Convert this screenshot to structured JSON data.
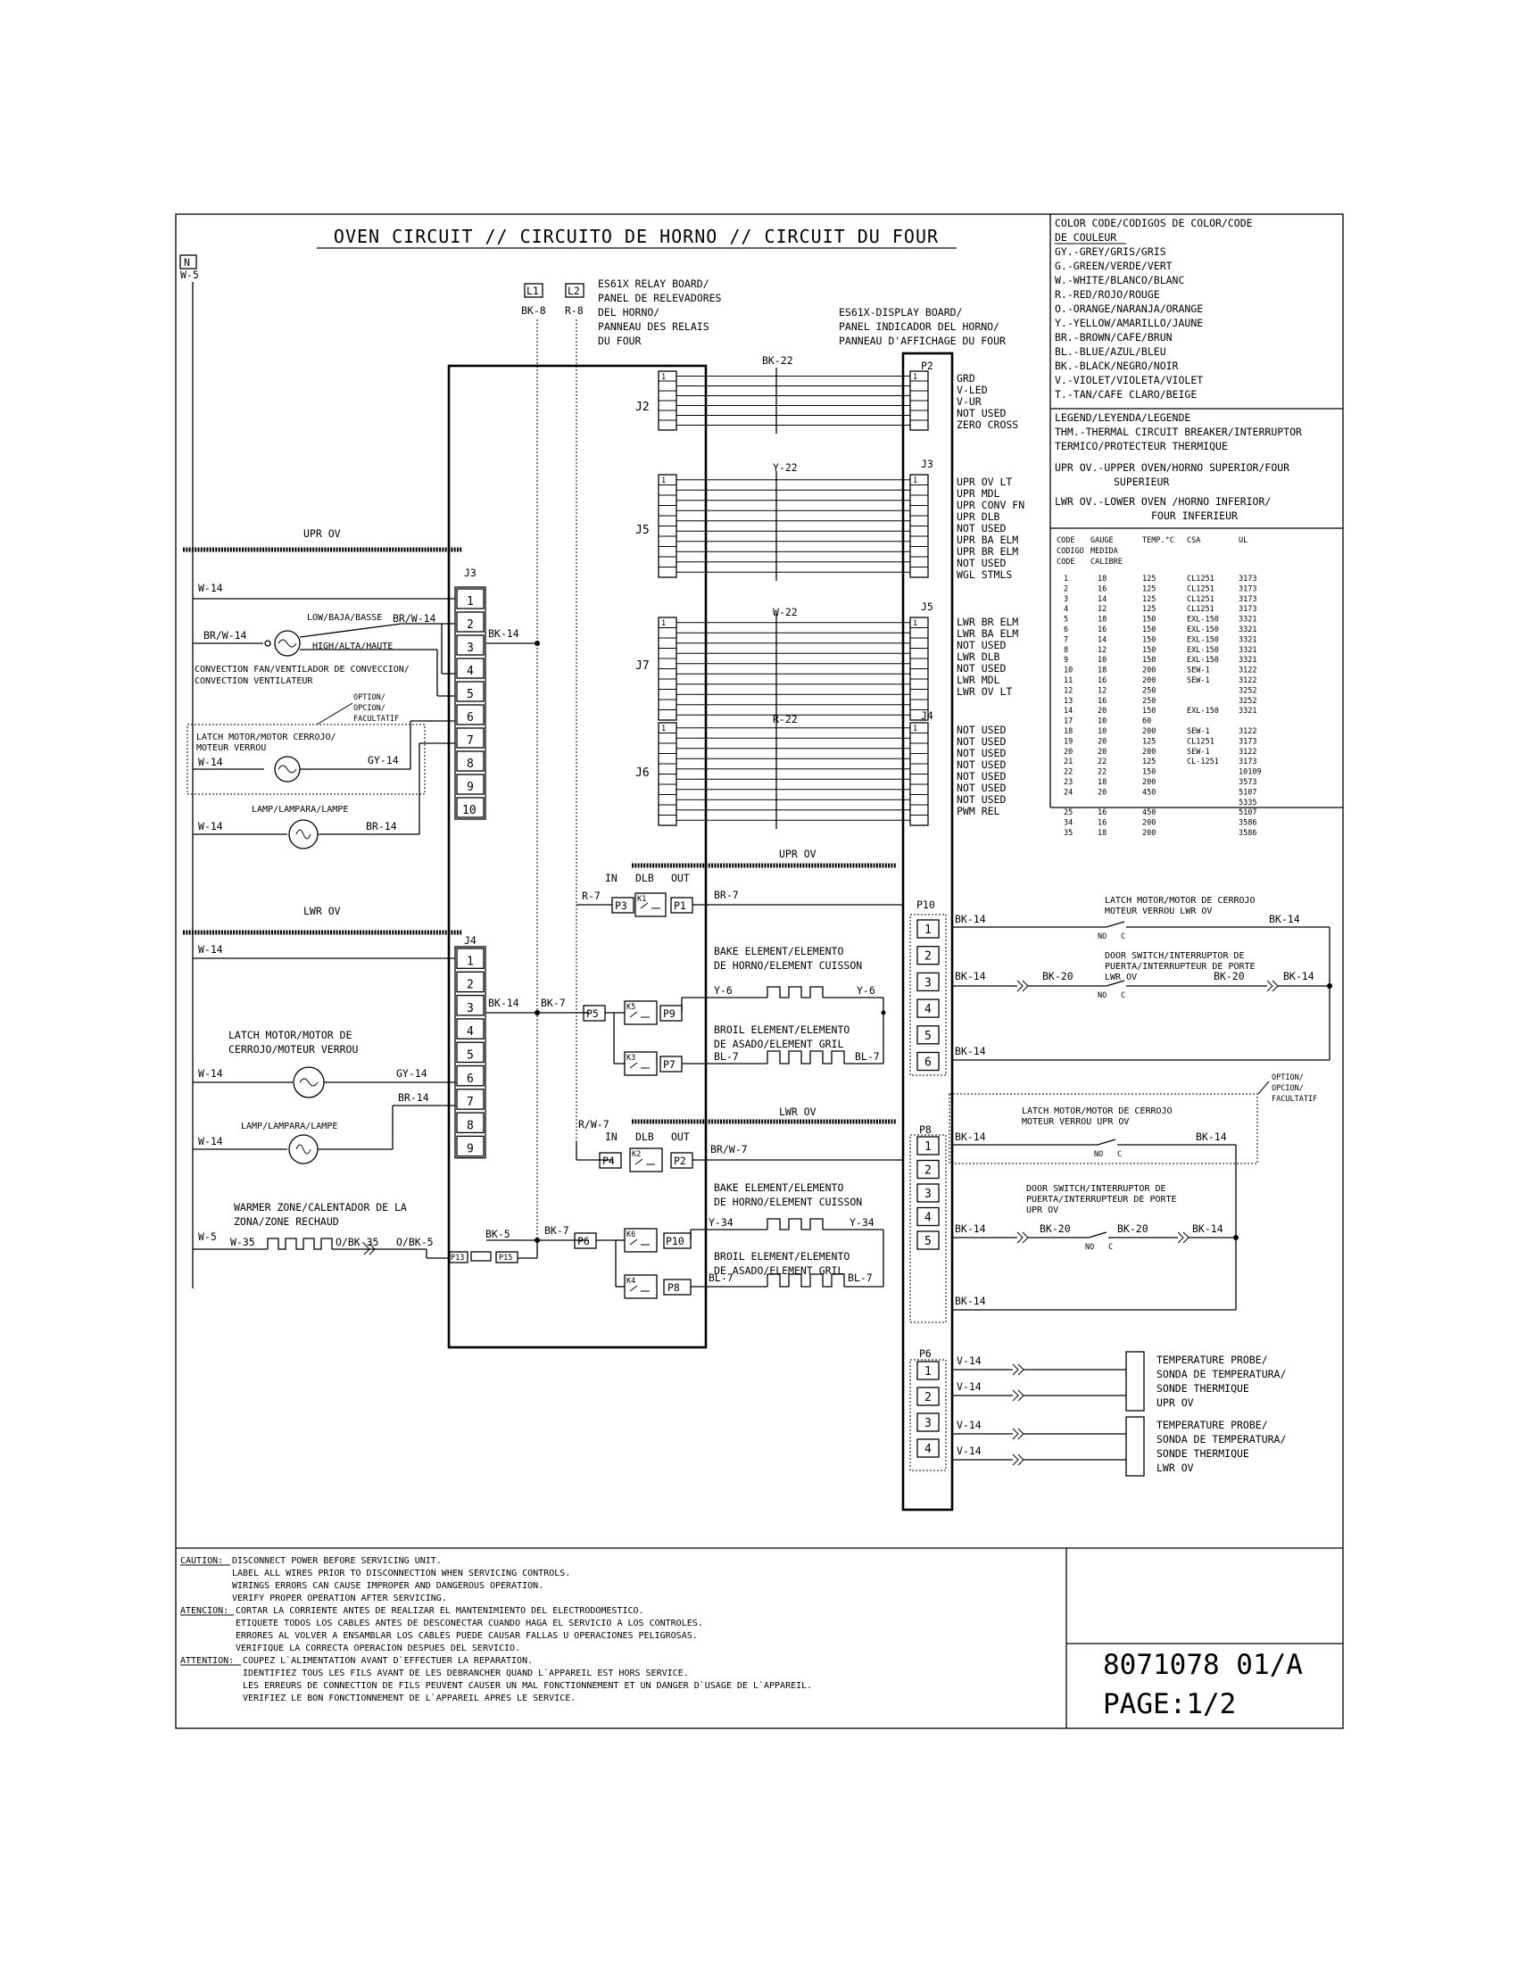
{
  "title": "OVEN CIRCUIT // CIRCUITO DE HORNO // CIRCUIT DU FOUR",
  "neutral": {
    "label": "N",
    "wire": "W-5"
  },
  "lines": [
    {
      "label": "L1",
      "wire": "BK-8"
    },
    {
      "label": "L2",
      "wire": "R-8"
    }
  ],
  "relay_board": [
    "ES61X RELAY BOARD/",
    "PANEL DE RELEVADORES",
    "DEL HORNO/",
    "PANNEAU DES RELAIS",
    "DU FOUR"
  ],
  "display_board": [
    "ES61X-DISPLAY BOARD/",
    "PANEL INDICADOR DEL HORNO/",
    "PANNEAU D'AFFICHAGE DU FOUR"
  ],
  "color_code": {
    "title1": "COLOR CODE/CODIGOS DE COLOR/CODE",
    "title2": "DE COULEUR",
    "items": [
      "GY.-GREY/GRIS/GRIS",
      "G.-GREEN/VERDE/VERT",
      "W.-WHITE/BLANCO/BLANC",
      "R.-RED/ROJO/ROUGE",
      "O.-ORANGE/NARANJA/ORANGE",
      "Y.-YELLOW/AMARILLO/JAUNE",
      "BR.-BROWN/CAFE/BRUN",
      "BL.-BLUE/AZUL/BLEU",
      "BK.-BLACK/NEGRO/NOIR",
      "V.-VIOLET/VIOLETA/VIOLET",
      "T.-TAN/CAFE CLARO/BEIGE"
    ]
  },
  "legend": {
    "title": "LEGEND/LEYENDA/LEGENDE",
    "lines": [
      "THM.-THERMAL CIRCUIT BREAKER/INTERRUPTOR",
      "TERMICO/PROTECTEUR THERMIQUE",
      "UPR OV.-UPPER OVEN/HORNO SUPERIOR/FOUR",
      "SUPERIEUR",
      "LWR OV.-LOWER OVEN /HORNO INFERIOR/",
      "FOUR INFERIEUR"
    ]
  },
  "gauge_table": {
    "headers": [
      "CODE",
      "GAUGE",
      "TEMP.°C",
      "CSA",
      "UL"
    ],
    "headers2": [
      "CODIGO",
      "MEDIDA",
      "",
      "",
      ""
    ],
    "headers3": [
      "CODE",
      "CALIBRE",
      "",
      "",
      ""
    ],
    "rows": [
      [
        "1",
        "18",
        "125",
        "CL1251",
        "3173"
      ],
      [
        "2",
        "16",
        "125",
        "CL1251",
        "3173"
      ],
      [
        "3",
        "14",
        "125",
        "CL1251",
        "3173"
      ],
      [
        "4",
        "12",
        "125",
        "CL1251",
        "3173"
      ],
      [
        "5",
        "18",
        "150",
        "EXL-150",
        "3321"
      ],
      [
        "6",
        "16",
        "150",
        "EXL-150",
        "3321"
      ],
      [
        "7",
        "14",
        "150",
        "EXL-150",
        "3321"
      ],
      [
        "8",
        "12",
        "150",
        "EXL-150",
        "3321"
      ],
      [
        "9",
        "10",
        "150",
        "EXL-150",
        "3321"
      ],
      [
        "10",
        "18",
        "200",
        "SEW-1",
        "3122"
      ],
      [
        "11",
        "16",
        "200",
        "SEW-1",
        "3122"
      ],
      [
        "12",
        "12",
        "250",
        "",
        "3252"
      ],
      [
        "13",
        "16",
        "250",
        "",
        "3252"
      ],
      [
        "14",
        "20",
        "150",
        "EXL-150",
        "3321"
      ],
      [
        "17",
        "10",
        "60",
        "",
        ""
      ],
      [
        "18",
        "10",
        "200",
        "SEW-1",
        "3122"
      ],
      [
        "19",
        "20",
        "125",
        "CL1251",
        "3173"
      ],
      [
        "20",
        "20",
        "200",
        "SEW-1",
        "3122"
      ],
      [
        "21",
        "22",
        "125",
        "CL-1251",
        "3173"
      ],
      [
        "22",
        "22",
        "150",
        "",
        "10109"
      ],
      [
        "23",
        "18",
        "200",
        "",
        "3573"
      ],
      [
        "24",
        "20",
        "450",
        "",
        "5107"
      ],
      [
        "",
        "",
        "",
        "",
        "5335"
      ],
      [
        "25",
        "16",
        "450",
        "",
        "5107"
      ],
      [
        "34",
        "16",
        "200",
        "",
        "3586"
      ],
      [
        "35",
        "18",
        "200",
        "",
        "3586"
      ]
    ]
  },
  "sections": {
    "upper": "UPR OV",
    "lower": "LWR OV"
  },
  "j3": {
    "label": "J3",
    "pins": [
      "1",
      "2",
      "3",
      "4",
      "5",
      "6",
      "7",
      "8",
      "9",
      "10"
    ],
    "wires": {
      "w14": "W-14",
      "brw14": "BR/W-14",
      "brw14b": "BR/W-14",
      "lowbaja": "LOW/BAJA/BASSE",
      "highalta": "HIGH/ALTA/HAUTE",
      "conv1": "CONVECTION FAN/VENTILADOR DE CONVECCION/",
      "conv2": "CONVECTION VENTILATEUR",
      "opt1": "OPTION/",
      "opt2": "OPCION/",
      "opt3": "FACULTATIF",
      "latch1": "LATCH MOTOR/MOTOR CERROJO/",
      "latch2": "MOTEUR VERROU",
      "latchw": "W-14",
      "gy14": "GY-14",
      "lamp": "LAMP/LAMPARA/LAMPE",
      "lampw": "W-14",
      "br14": "BR-14",
      "bk14": "BK-14"
    }
  },
  "j4": {
    "label": "J4",
    "pins": [
      "1",
      "2",
      "3",
      "4",
      "5",
      "6",
      "7",
      "8",
      "9"
    ],
    "wires": {
      "w14": "W-14",
      "latch1": "LATCH MOTOR/MOTOR DE",
      "latch2": "CERROJO/MOTEUR VERROU",
      "latchw": "W-14",
      "gy14": "GY-14",
      "br14": "BR-14",
      "lamp": "LAMP/LAMPARA/LAMPE",
      "lampw": "W-14",
      "bk14": "BK-14",
      "bk7": "BK-7",
      "warm1": "WARMER ZONE/CALENTADOR DE LA",
      "warm2": "ZONA/ZONE RECHAUD",
      "w5": "W-5",
      "w35": "W-35",
      "obk35": "O/BK-35",
      "obk5": "O/BK-5",
      "bk5": "BK-5",
      "bk7b": "BK-7",
      "p13": "P13",
      "p15": "P15"
    }
  },
  "relay_connectors": {
    "j2": "J2",
    "j5": "J5",
    "j7": "J7",
    "j6": "J6",
    "bk22": "BK-22",
    "y22": "Y-22",
    "w22": "W-22",
    "r22": "R-22"
  },
  "display_connectors": {
    "p2": "P2",
    "j3": "J3",
    "j5": "J5",
    "j4": "J4",
    "p2_labels": [
      "GRD",
      "V-LED",
      "V-UR",
      "NOT USED",
      "ZERO CROSS"
    ],
    "j3_labels": [
      "UPR OV LT",
      "UPR MDL",
      "UPR CONV FN",
      "UPR DLB",
      "NOT USED",
      "UPR BA ELM",
      "UPR BR ELM",
      "NOT USED",
      "WGL STMLS"
    ],
    "j5_labels": [
      "LWR BR ELM",
      "LWR BA ELM",
      "NOT USED",
      "LWR DLB",
      "NOT USED",
      "LWR MDL",
      "LWR OV LT"
    ],
    "j4_labels": [
      "NOT USED",
      "NOT USED",
      "NOT USED",
      "NOT USED",
      "NOT USED",
      "NOT USED",
      "NOT USED",
      "PWM REL"
    ]
  },
  "upper_relays": {
    "in": "IN",
    "dlb": "DLB",
    "out": "OUT",
    "r7": "R-7",
    "p3": "P3",
    "k1": "K1",
    "p1": "P1",
    "br7": "BR-7",
    "bake1": "BAKE ELEMENT/ELEMENTO",
    "bake2": "DE HORNO/ELEMENT CUISSON",
    "y6": "Y-6",
    "y6b": "Y-6",
    "bk7": "BK-7",
    "p5": "P5",
    "k5": "K5",
    "p9": "P9",
    "broil1": "BROIL ELEMENT/ELEMENTO",
    "broil2": "DE ASADO/ELEMENT GRIL",
    "k3": "K3",
    "p7": "P7",
    "bl7": "BL-7",
    "bl7b": "BL-7"
  },
  "lower_relays": {
    "in": "IN",
    "dlb": "DLB",
    "out": "OUT",
    "rw7": "R/W-7",
    "p4": "P4",
    "k2": "K2",
    "p2": "P2",
    "brw7": "BR/W-7",
    "bake1": "BAKE ELEMENT/ELEMENTO",
    "bake2": "DE HORNO/ELEMENT CUISSON",
    "bk7": "BK-7",
    "p6": "P6",
    "k6": "K6",
    "p10": "P10",
    "y34": "Y-34",
    "y34b": "Y-34",
    "broil1": "BROIL ELEMENT/ELEMENTO",
    "broil2": "DE ASADO/ELEMENT GRIL",
    "k4": "K4",
    "p8": "P8",
    "bl7": "BL-7",
    "bl7b": "BL-7"
  },
  "p10": {
    "label": "P10",
    "pins": [
      "1",
      "2",
      "3",
      "4",
      "5",
      "6"
    ],
    "latch1": "LATCH MOTOR/MOTOR DE CERROJO",
    "latch2": "MOTEUR VERROU LWR OV",
    "door1": "DOOR SWITCH/INTERRUPTOR DE",
    "door2": "PUERTA/INTERRUPTEUR DE PORTE",
    "door3": "LWR OV",
    "no": "NO",
    "c": "C",
    "no2": "NO",
    "c2": "C",
    "bk14a": "BK-14",
    "bk14b": "BK-14",
    "bk14c": "BK-14",
    "bk20a": "BK-20",
    "bk20b": "BK-20",
    "bk14d": "BK-14",
    "bk14e": "BK-14"
  },
  "p8": {
    "label": "P8",
    "pins": [
      "1",
      "2",
      "3",
      "4",
      "5"
    ],
    "opt1": "OPTION/",
    "opt2": "OPCION/",
    "opt3": "FACULTATIF",
    "latch1": "LATCH MOTOR/MOTOR DE CERROJO",
    "latch2": "MOTEUR VERROU UPR OV",
    "door1": "DOOR SWITCH/INTERRUPTOR DE",
    "door2": "PUERTA/INTERRUPTEUR DE PORTE",
    "door3": "UPR OV",
    "no": "NO",
    "c": "C",
    "no2": "NO",
    "c2": "C",
    "bk14a": "BK-14",
    "bk14b": "BK-14",
    "bk14c": "BK-14",
    "bk20a": "BK-20",
    "bk20b": "BK-20",
    "bk14d": "BK-14",
    "bk14e": "BK-14"
  },
  "p6": {
    "label": "P6",
    "pins": [
      "1",
      "2",
      "3",
      "4"
    ],
    "v14": [
      "V-14",
      "V-14",
      "V-14",
      "V-14"
    ],
    "probe_upr": [
      "TEMPERATURE PROBE/",
      "SONDA DE TEMPERATURA/",
      "SONDE THERMIQUE",
      "UPR OV"
    ],
    "probe_lwr": [
      "TEMPERATURE PROBE/",
      "SONDA DE TEMPERATURA/",
      "SONDE THERMIQUE",
      "LWR OV"
    ]
  },
  "caution": {
    "caution_label": "CAUTION:",
    "caution": [
      "DISCONNECT POWER BEFORE SERVICING UNIT.",
      "LABEL ALL WIRES PRIOR TO DISCONNECTION WHEN SERVICING CONTROLS.",
      "WIRINGS ERRORS CAN CAUSE IMPROPER AND DANGEROUS OPERATION.",
      "VERIFY PROPER OPERATION AFTER SERVICING."
    ],
    "atencion_label": "ATENCION:",
    "atencion": [
      "CORTAR LA CORRIENTE ANTES DE REALIZAR EL MANTENIMIENTO DEL ELECTRODOMESTICO.",
      "ETIQUETE TODOS LOS CABLES ANTES DE DESCONECTAR CUANDO HAGA EL SERVICIO A LOS CONTROLES.",
      "ERRORES AL VOLVER A ENSAMBLAR LOS CABLES PUEDE CAUSAR FALLAS U OPERACIONES PELIGROSAS.",
      "VERIFIQUE LA CORRECTA OPERACION DESPUES DEL SERVICIO."
    ],
    "attention_label": "ATTENTION:",
    "attention": [
      "COUPEZ L`ALIMENTATION AVANT D`EFFECTUER LA REPARATION.",
      "IDENTIFIEZ TOUS LES FILS AVANT DE LES DEBRANCHER QUAND L`APPAREIL EST HORS SERVICE.",
      "LES ERREURS DE CONNECTION DE FILS PEUVENT CAUSER UN MAL FONCTIONNEMENT ET UN DANGER D`USAGE DE L`APPAREIL.",
      "VERIFIEZ LE BON FONCTIONNEMENT DE L`APPAREIL APRES LE SERVICE."
    ]
  },
  "doc_number": "8071078 01/A",
  "page": "PAGE:1/2"
}
